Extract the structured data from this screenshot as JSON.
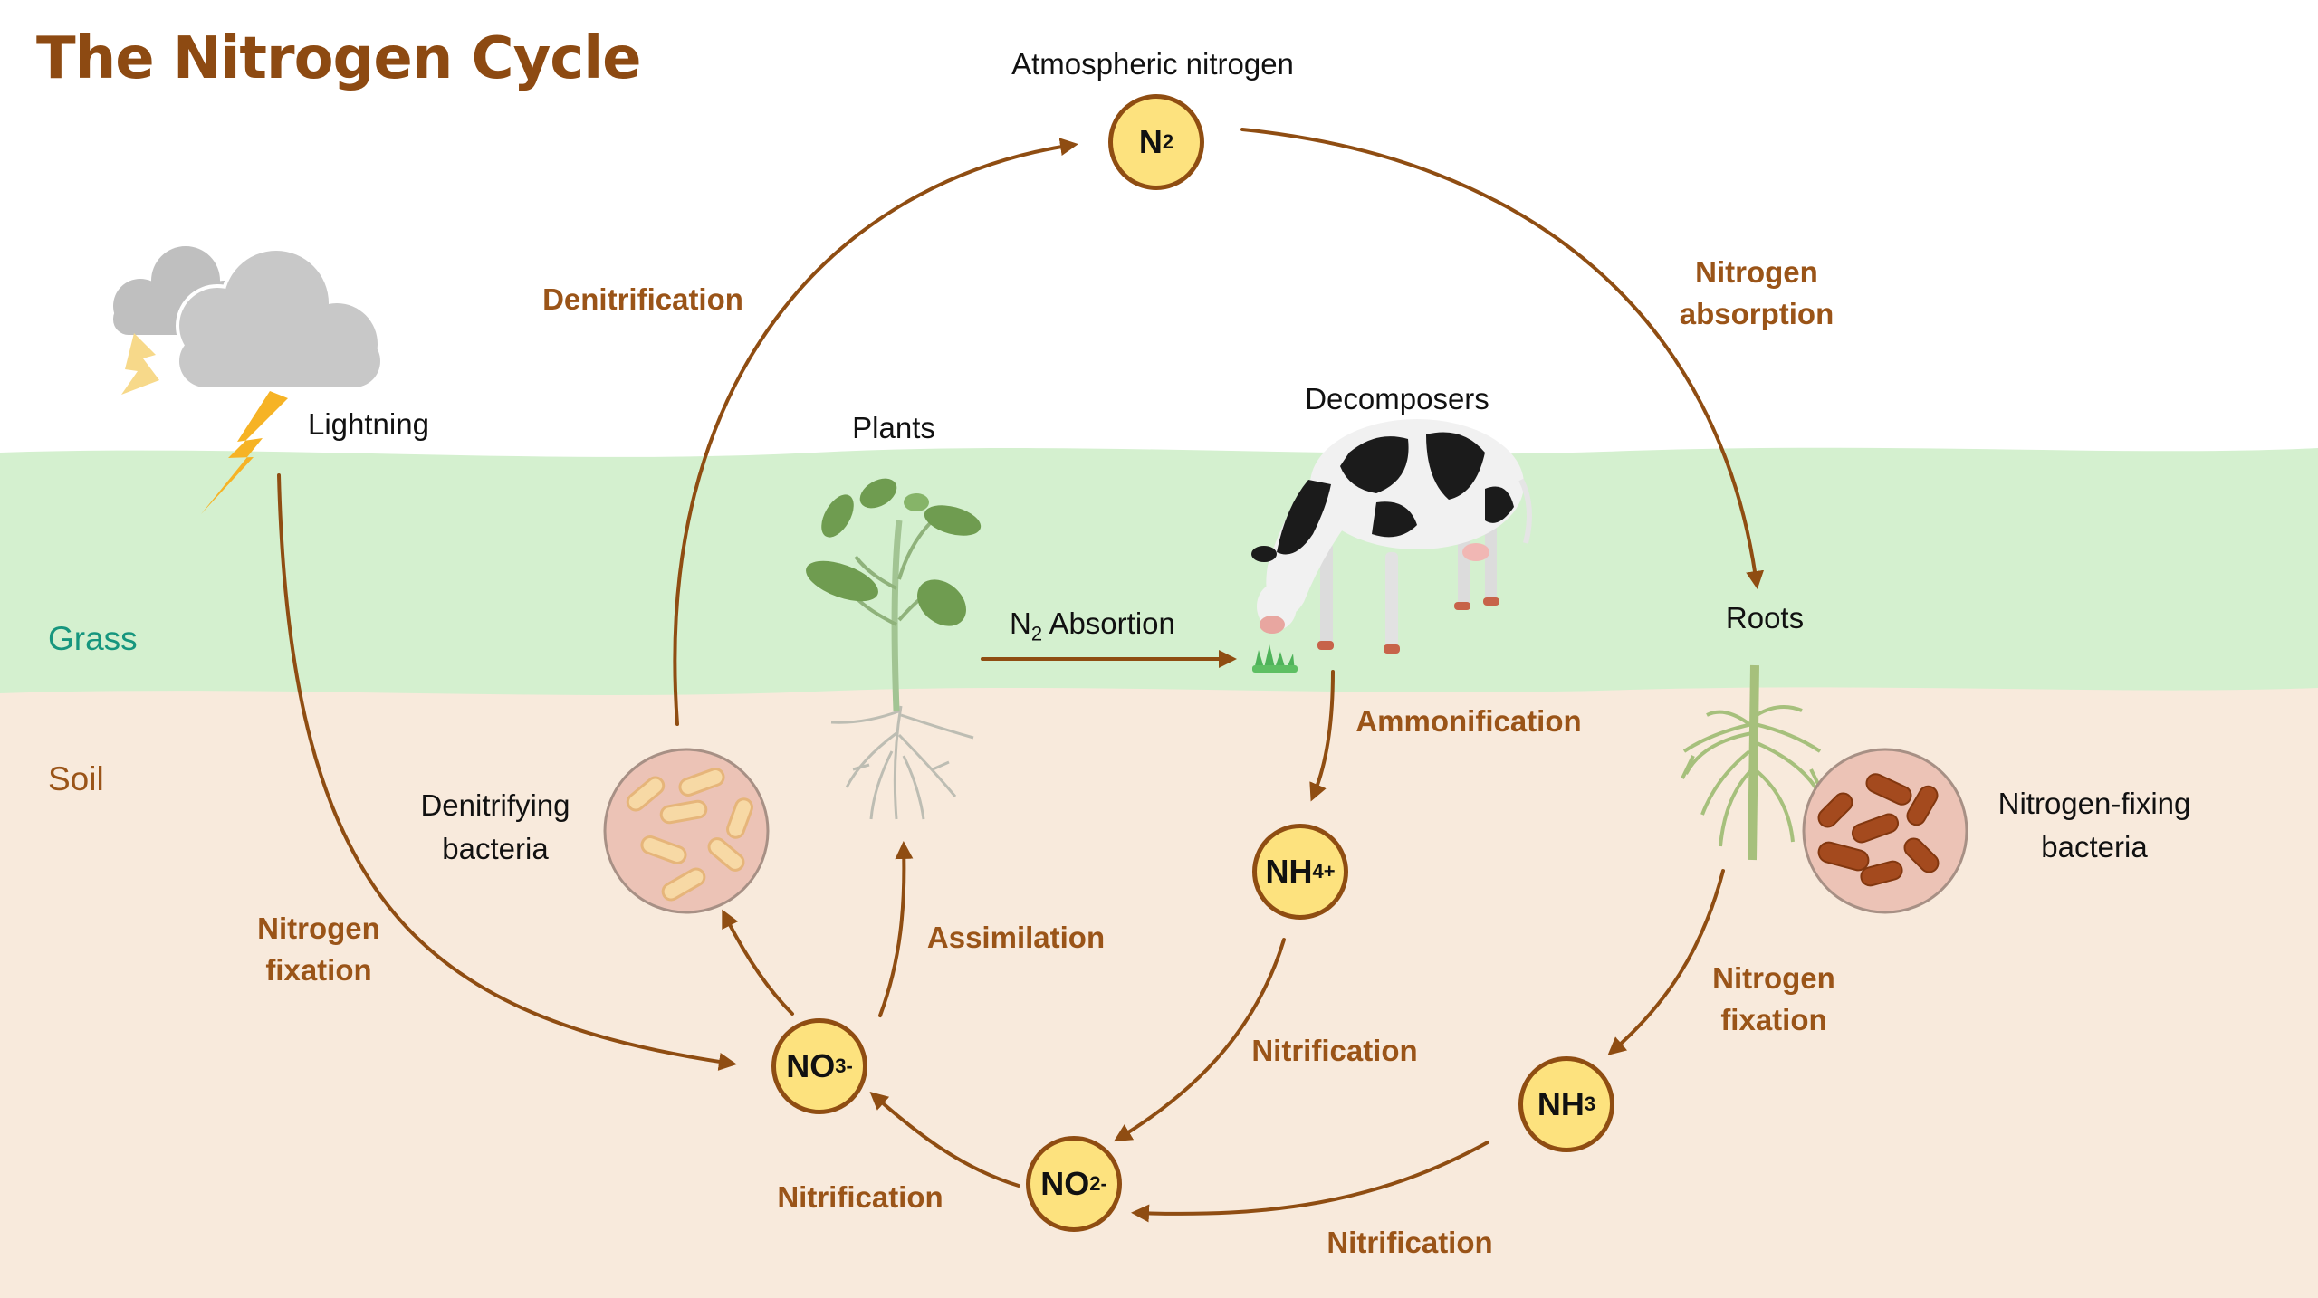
{
  "title": "The Nitrogen Cycle",
  "zones": {
    "grass": "Grass",
    "soil": "Soil"
  },
  "colors": {
    "sky": "#ffffff",
    "grass_band": "#d4f0cf",
    "soil": "#f8eadc",
    "arrow": "#8f4d12",
    "process_text": "#9a5418",
    "node_fill": "#fde27e",
    "grass_text": "#16967e",
    "soil_text": "#9a5418"
  },
  "labels": {
    "atmospheric_nitrogen": "Atmospheric nitrogen",
    "lightning": "Lightning",
    "plants": "Plants",
    "decomposers": "Decomposers",
    "roots": "Roots",
    "denitrifying_bacteria": "Denitrifying\nbacteria",
    "nitrogen_fixing_bacteria": "Nitrogen-fixing\nbacteria",
    "n2_absortion_prefix": "N",
    "n2_absortion_sub": "2",
    "n2_absortion_suffix": " Absortion"
  },
  "processes": {
    "denitrification": "Denitrification",
    "nitrogen_absorption": "Nitrogen\nabsorption",
    "ammonification": "Ammonification",
    "nitrogen_fixation_left": "Nitrogen\nfixation",
    "nitrogen_fixation_right": "Nitrogen\nfixation",
    "assimilation": "Assimilation",
    "nitrification_mid": "Nitrification",
    "nitrification_left": "Nitrification",
    "nitrification_bottom": "Nitrification"
  },
  "nodes": {
    "n2": {
      "base": "N",
      "sub": "2"
    },
    "nh4": {
      "base": "NH",
      "sub": "4+"
    },
    "no3": {
      "base": "NO",
      "sub": "3-"
    },
    "no2": {
      "base": "NO",
      "sub": "2-"
    },
    "nh3": {
      "base": "NH",
      "sub": "3"
    }
  },
  "icons": [
    "cloud-icon",
    "lightning-bolt-icon",
    "plant-icon",
    "cow-icon",
    "grass-tuft-icon",
    "roots-icon",
    "denitrifying-bacteria-icon",
    "nitrogen-fixing-bacteria-icon"
  ]
}
